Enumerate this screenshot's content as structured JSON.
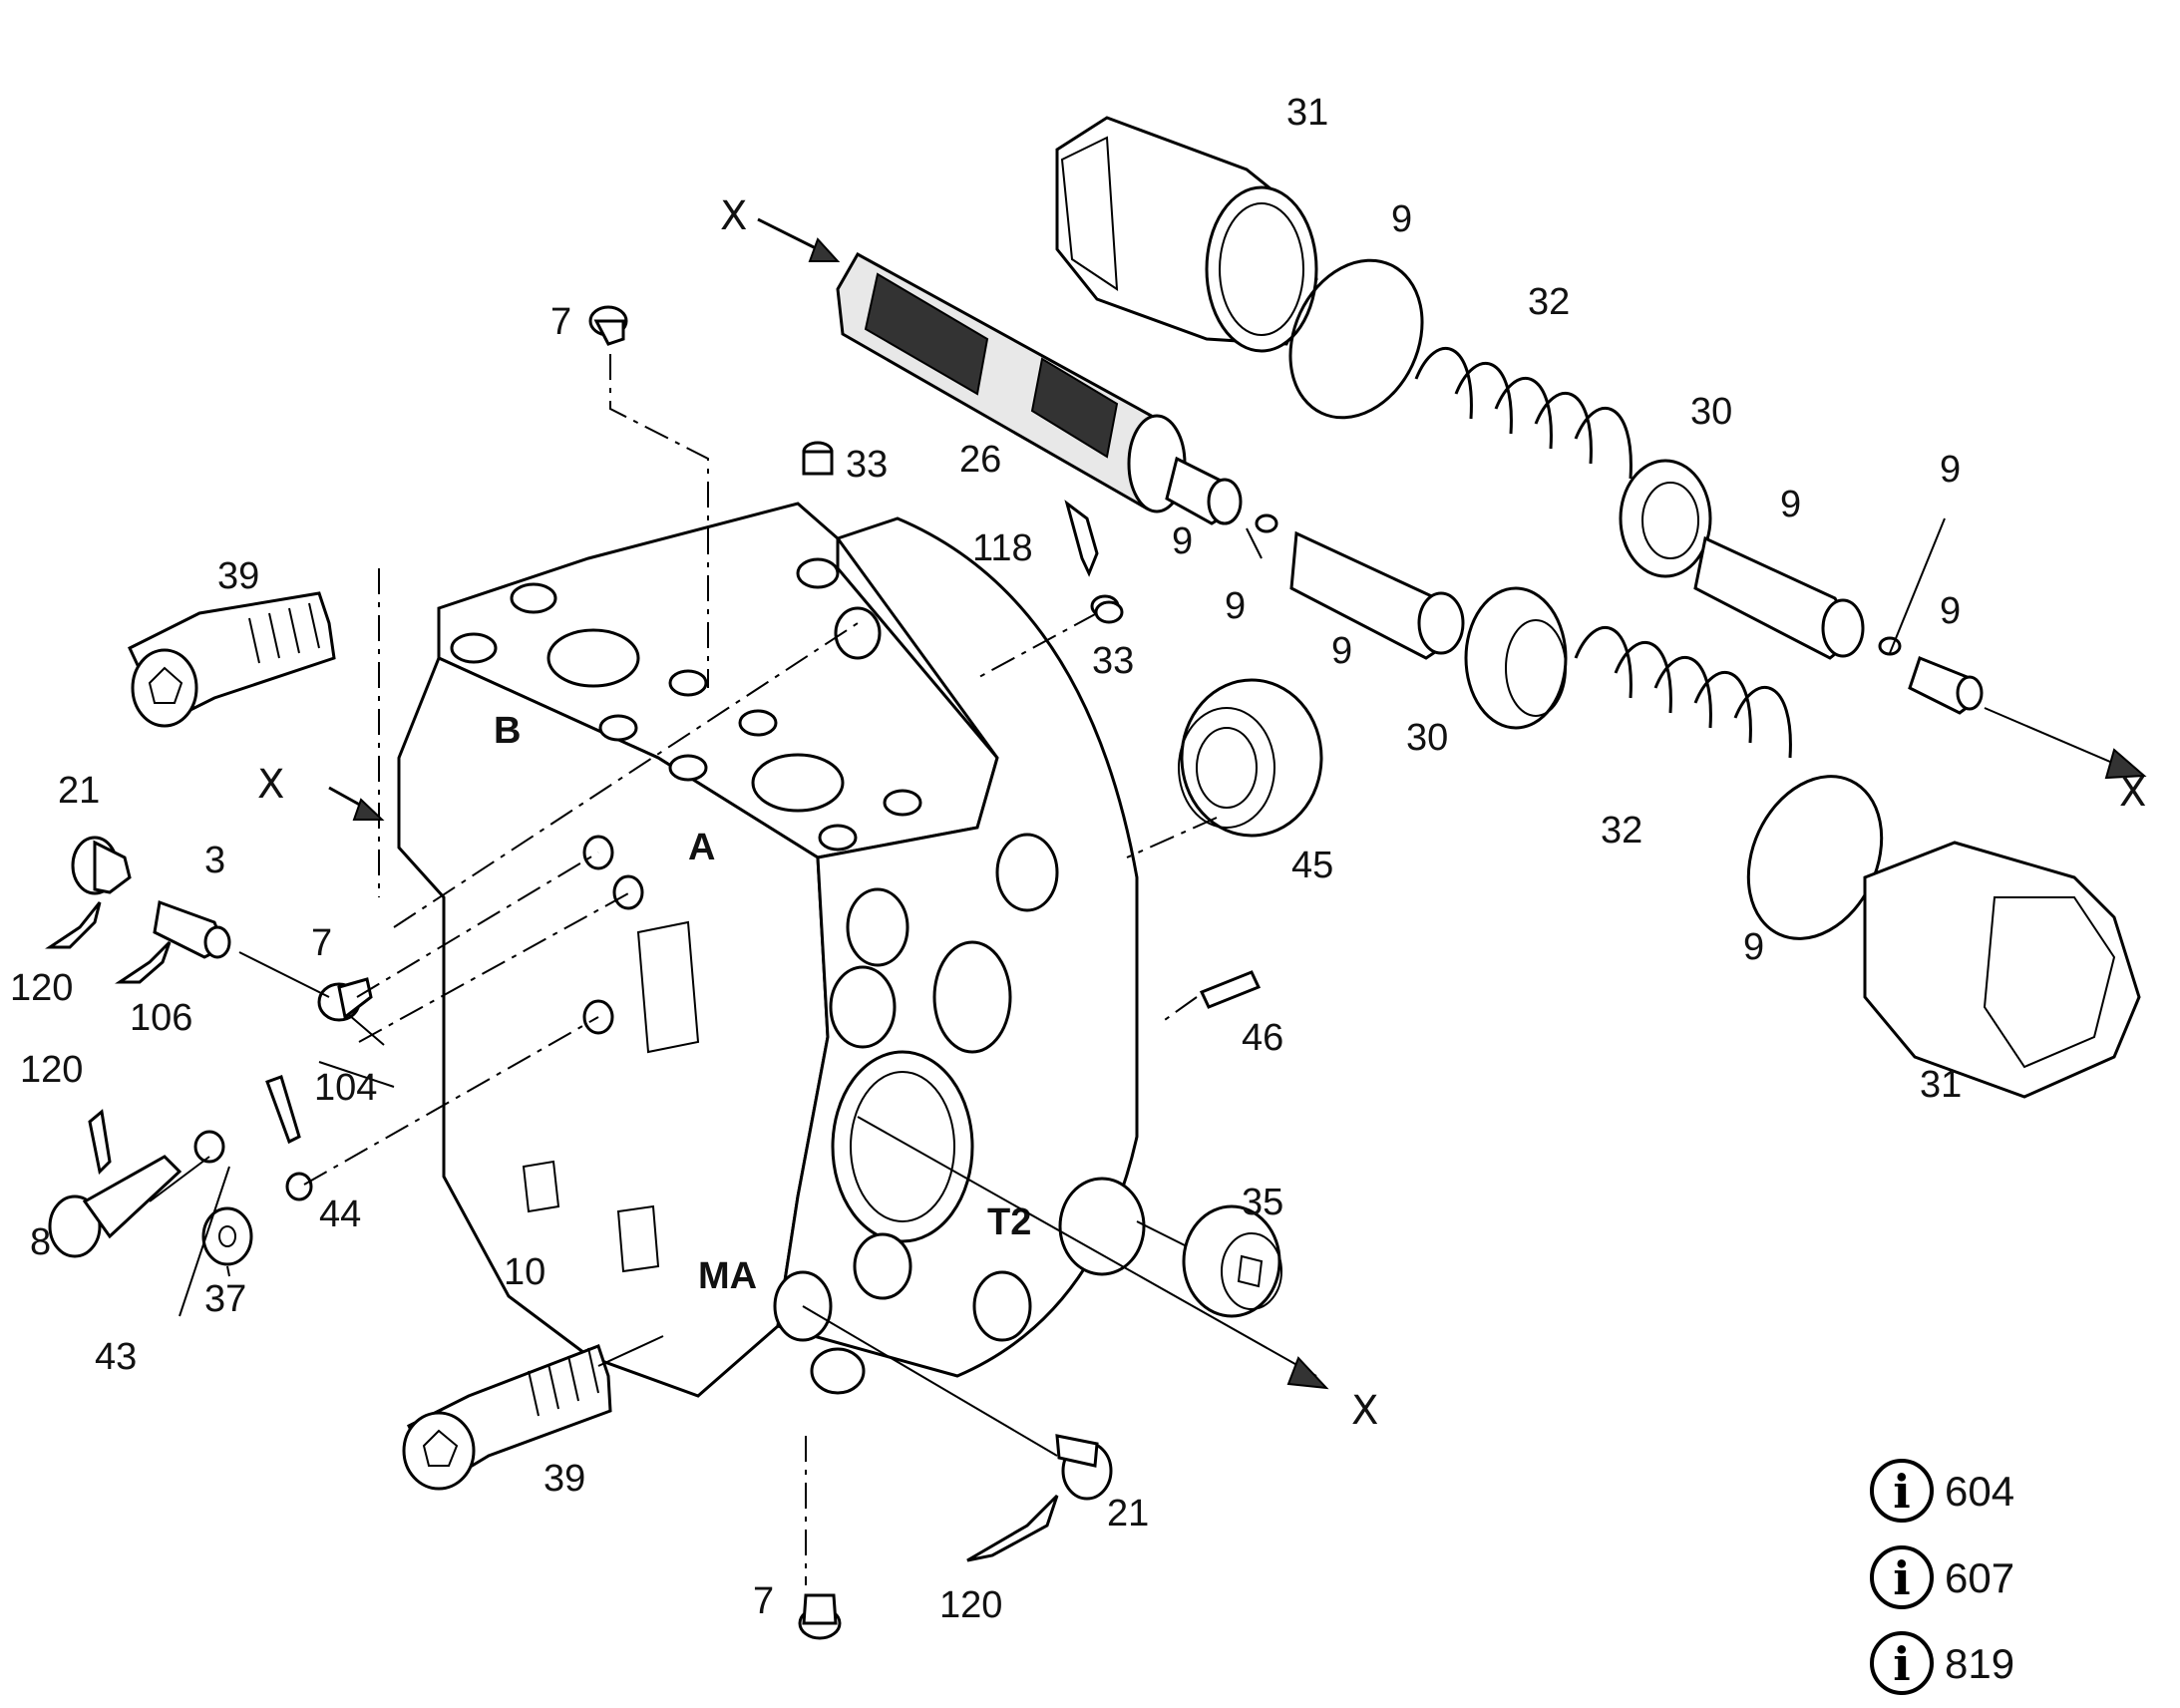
{
  "callouts": {
    "c31a": "31",
    "c9a": "9",
    "c32a": "32",
    "c30a": "30",
    "c9b": "9",
    "c9c": "9",
    "c26": "26",
    "c33a": "33",
    "c7a": "7",
    "c118": "118",
    "c9d": "9",
    "c9e": "9",
    "c33b": "33",
    "c9f": "9",
    "c39a": "39",
    "c9g": "9",
    "c30b": "30",
    "c21a": "21",
    "c3": "3",
    "c45": "45",
    "c32b": "32",
    "c120a": "120",
    "c106": "106",
    "c7b": "7",
    "c104": "104",
    "c9h": "9",
    "c46": "46",
    "c31b": "31",
    "c120b": "120",
    "c44": "44",
    "c35": "35",
    "c8": "8",
    "c37": "37",
    "c10": "10",
    "c43": "43",
    "c39b": "39",
    "c21b": "21",
    "c7c": "7",
    "c120c": "120"
  },
  "axis_markers": {
    "x1": "X",
    "x2": "X",
    "x3": "X",
    "x4": "X"
  },
  "housing_labels": {
    "port_b": "B",
    "port_a": "A",
    "port_ma": "MA",
    "port_t2": "T2"
  },
  "info_refs": [
    {
      "number": "604",
      "icon": "info-icon"
    },
    {
      "number": "607",
      "icon": "info-icon"
    },
    {
      "number": "819",
      "icon": "info-icon"
    }
  ]
}
